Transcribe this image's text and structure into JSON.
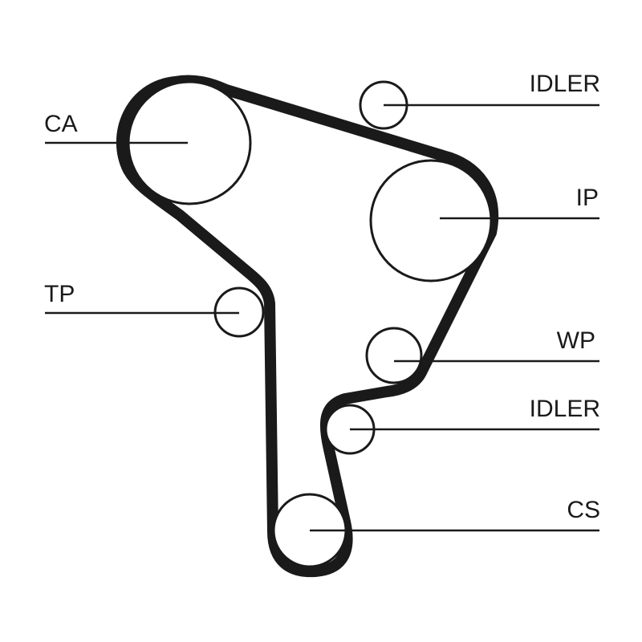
{
  "colors": {
    "ink": "#1a1a1a",
    "background": "#ffffff"
  },
  "labels": {
    "ca": "CA",
    "idler_top": "IDLER",
    "ip": "IP",
    "tp": "TP",
    "wp": "WP",
    "idler_bottom": "IDLER",
    "cs": "CS"
  }
}
